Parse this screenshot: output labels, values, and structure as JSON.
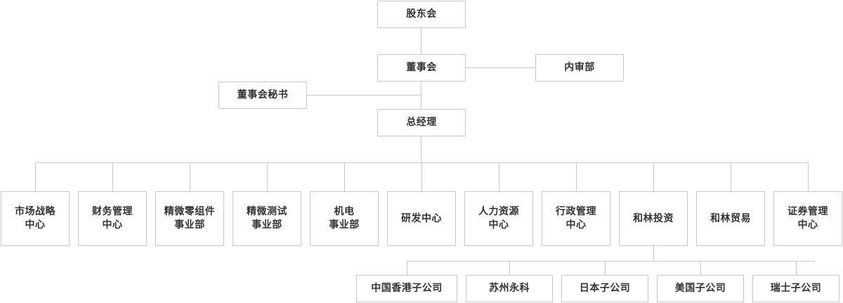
{
  "chart": {
    "type": "organization-chart",
    "title": "",
    "line_color": "#c9c9c9",
    "box_border_color": "#c9c9c9",
    "text_color": "#333333",
    "background": "#ffffff"
  },
  "nodes": {
    "shareholders_meeting": {
      "label": "股东会"
    },
    "board_of_directors": {
      "label": "董事会"
    },
    "internal_audit": {
      "label": "内审部"
    },
    "board_secretary": {
      "label": "董事会秘书"
    },
    "general_manager": {
      "label": "总经理"
    }
  },
  "departments": [
    {
      "line1": "市场战略",
      "line2": "中心"
    },
    {
      "line1": "财务管理",
      "line2": "中心"
    },
    {
      "line1": "精微零组件",
      "line2": "事业部"
    },
    {
      "line1": "精微测试",
      "line2": "事业部"
    },
    {
      "line1": "机电",
      "line2": "事业部"
    },
    {
      "line1": "研发中心",
      "line2": ""
    },
    {
      "line1": "人力资源",
      "line2": "中心"
    },
    {
      "line1": "行政管理",
      "line2": "中心"
    },
    {
      "line1": "和林投资",
      "line2": ""
    },
    {
      "line1": "和林贸易",
      "line2": ""
    },
    {
      "line1": "证券管理",
      "line2": "中心"
    }
  ],
  "subsidiaries": [
    {
      "label": "中国香港子公司"
    },
    {
      "label": "苏州永科"
    },
    {
      "label": "日本子公司"
    },
    {
      "label": "美国子公司"
    },
    {
      "label": "瑞士子公司"
    }
  ]
}
